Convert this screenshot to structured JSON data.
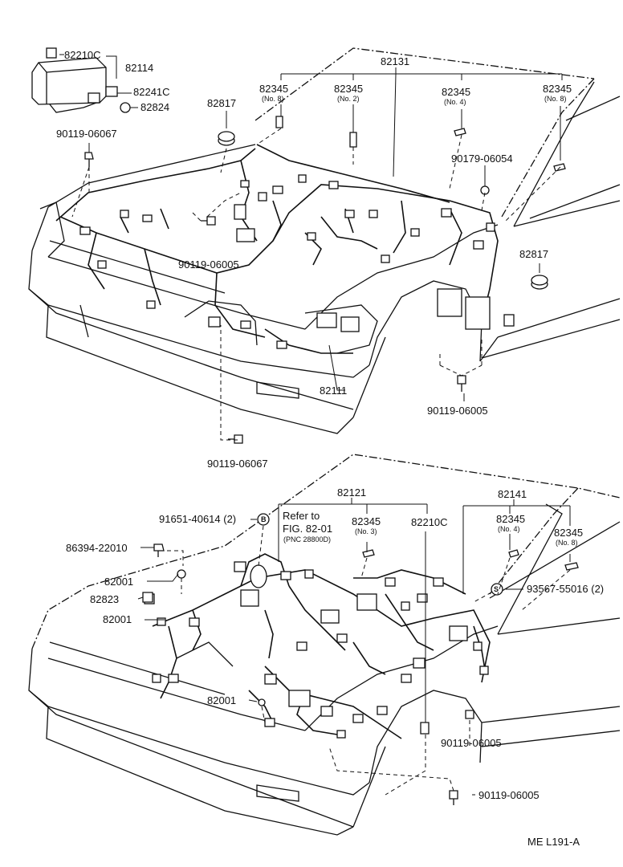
{
  "upper": {
    "labels": {
      "p82210C": "82210C",
      "p82114": "82114",
      "p82241C": "82241C",
      "p82824": "82824",
      "p90119_06067a": "90119-06067",
      "p82817a": "82817",
      "p82345_no8a": "82345",
      "no8a": "(No. 8)",
      "p82345_no2": "82345",
      "no2": "(No. 2)",
      "p82131": "82131",
      "p82345_no4": "82345",
      "no4": "(No. 4)",
      "p82345_no8b": "82345",
      "no8b": "(No. 8)",
      "p90179_06054": "90179-06054",
      "p90119_06005a": "90119-06005",
      "p82817b": "82817",
      "p82111": "82111",
      "p90119_06005b": "90119-06005",
      "p90119_06067b": "90119-06067"
    }
  },
  "lower": {
    "labels": {
      "p82121": "82121",
      "p82141": "82141",
      "p91651": "91651-40614 (2)",
      "circleB": "B",
      "refer1": "Refer to",
      "refer2": "FIG. 82-01",
      "refer3": "(PNC 28800D)",
      "p82345_no3": "82345",
      "no3": "(No. 3)",
      "p82210C": "82210C",
      "p82345_no4": "82345",
      "no4": "(No. 4)",
      "p82345_no8": "82345",
      "no8": "(No. 8)",
      "p86394": "86394-22010",
      "p82001a": "82001",
      "p82823": "82823",
      "p82001b": "82001",
      "p93567": "93567-55016 (2)",
      "circleS": "S",
      "p82001c": "82001",
      "p90119_06005a": "90119-06005",
      "p90119_06005b": "90119-06005"
    }
  },
  "footer": {
    "code": "ME  L191-A"
  }
}
